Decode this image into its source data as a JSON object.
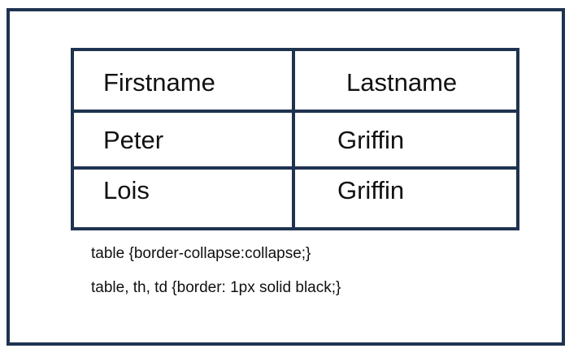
{
  "table": {
    "headers": [
      "Firstname",
      "Lastname"
    ],
    "rows": [
      [
        "Peter",
        "Griffin"
      ],
      [
        "Lois",
        "Griffin"
      ]
    ]
  },
  "code_lines": [
    "table {border-collapse:collapse;}",
    "table, th, td {border: 1px solid black;}"
  ],
  "colors": {
    "border": "#1f3350",
    "text": "#111111",
    "background": "#ffffff"
  }
}
